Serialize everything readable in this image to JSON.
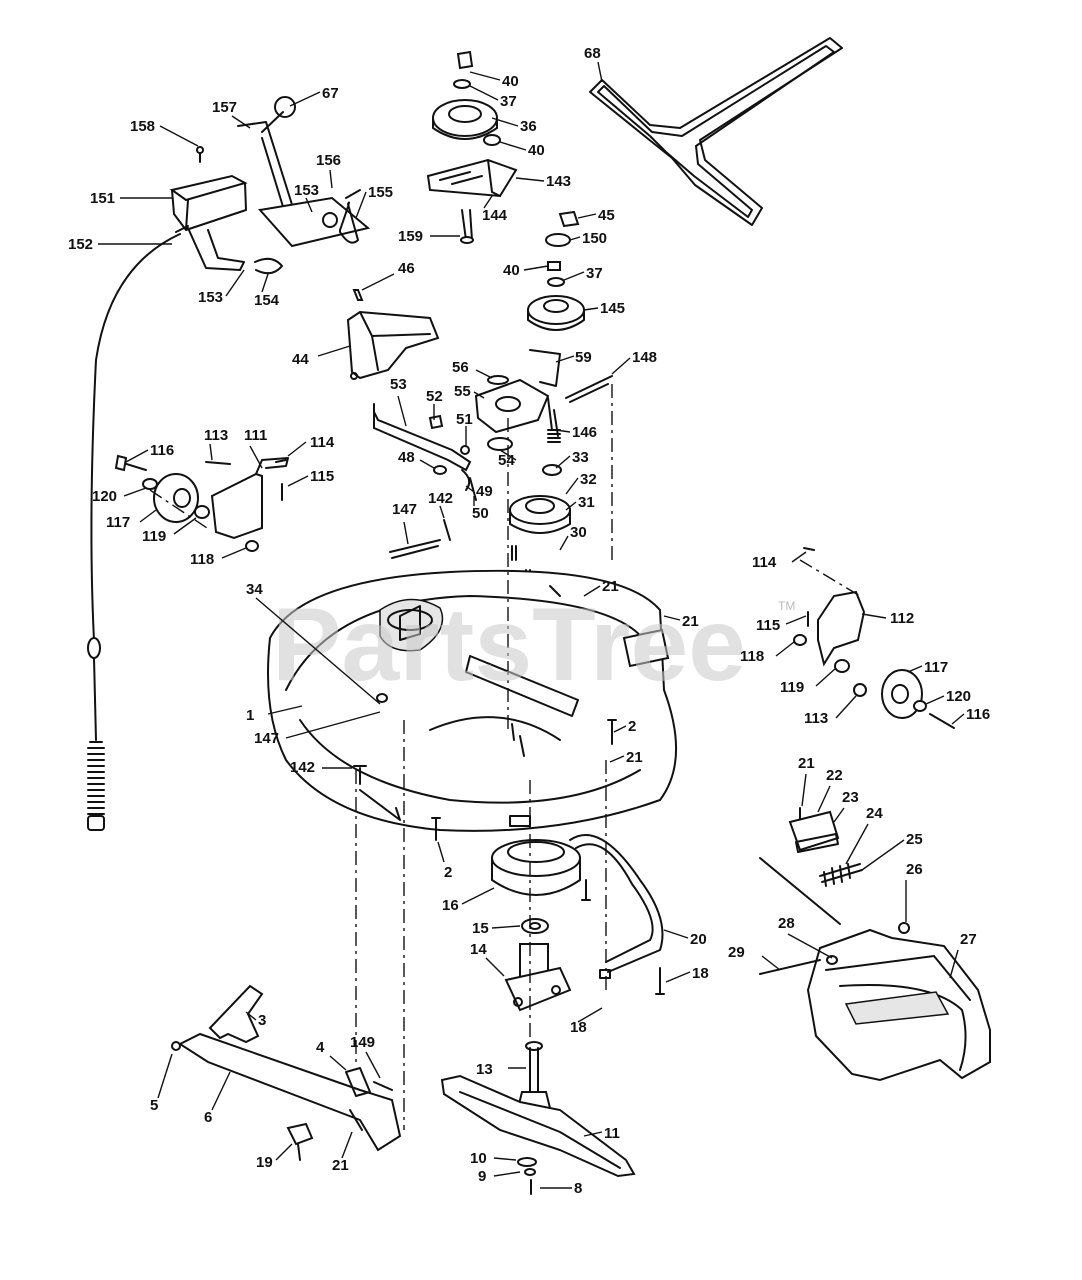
{
  "watermark": {
    "text": "PartsTree",
    "trademark": "TM"
  },
  "callouts": [
    "68",
    "40",
    "37",
    "36",
    "40",
    "143",
    "144",
    "159",
    "45",
    "150",
    "40",
    "37",
    "145",
    "158",
    "157",
    "67",
    "156",
    "151",
    "153",
    "155",
    "152",
    "153",
    "154",
    "46",
    "44",
    "56",
    "59",
    "148",
    "55",
    "53",
    "52",
    "51",
    "146",
    "54",
    "33",
    "32",
    "31",
    "30",
    "116",
    "113",
    "111",
    "114",
    "115",
    "120",
    "117",
    "119",
    "118",
    "48",
    "49",
    "50",
    "142",
    "147",
    "34",
    "21",
    "21",
    "114",
    "115",
    "112",
    "118",
    "117",
    "119",
    "120",
    "113",
    "116",
    "1",
    "147",
    "142",
    "2",
    "21",
    "2",
    "21",
    "22",
    "23",
    "24",
    "25",
    "16",
    "26",
    "15",
    "20",
    "28",
    "27",
    "29",
    "14",
    "18",
    "18",
    "3",
    "4",
    "149",
    "5",
    "6",
    "13",
    "11",
    "19",
    "21",
    "10",
    "9",
    "8"
  ]
}
